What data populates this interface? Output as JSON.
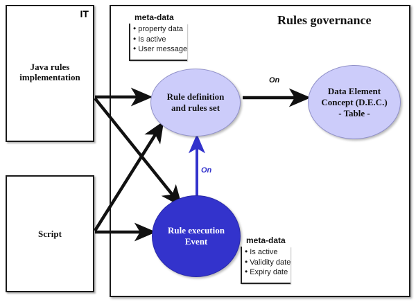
{
  "diagram": {
    "title": "Rules governance",
    "sections": {
      "it": {
        "corner_label": "IT",
        "boxes": [
          {
            "label_line1": "Java rules",
            "label_line2": "implementation"
          },
          {
            "label_line1": "Script",
            "label_line2": ""
          }
        ]
      }
    },
    "nodes": {
      "rule_definition": {
        "line1": "Rule definition",
        "line2": "and rules set",
        "fill": "#ccccfa",
        "text_color": "#111111"
      },
      "rule_execution": {
        "line1": "Rule execution",
        "line2": "Event",
        "fill": "#3333cc",
        "text_color": "#ffffff"
      },
      "dec": {
        "line1": "Data Element",
        "line2": "Concept (D.E.C.)",
        "line3": "- Table -",
        "fill": "#ccccfa",
        "text_color": "#111111"
      }
    },
    "notes": {
      "top": {
        "title": "meta-data",
        "items": [
          "property data",
          "Is active",
          "User message"
        ]
      },
      "bottom": {
        "title": "meta-data",
        "items": [
          "Is active",
          "Validity date",
          "Expiry date"
        ]
      }
    },
    "edge_labels": {
      "definition_to_dec": "On",
      "execution_to_definition": "On"
    },
    "colors": {
      "light_node": "#ccccfa",
      "dark_node": "#3333cc",
      "arrow_black": "#111111",
      "arrow_blue": "#3333cc",
      "border": "#1a1a1a"
    }
  }
}
